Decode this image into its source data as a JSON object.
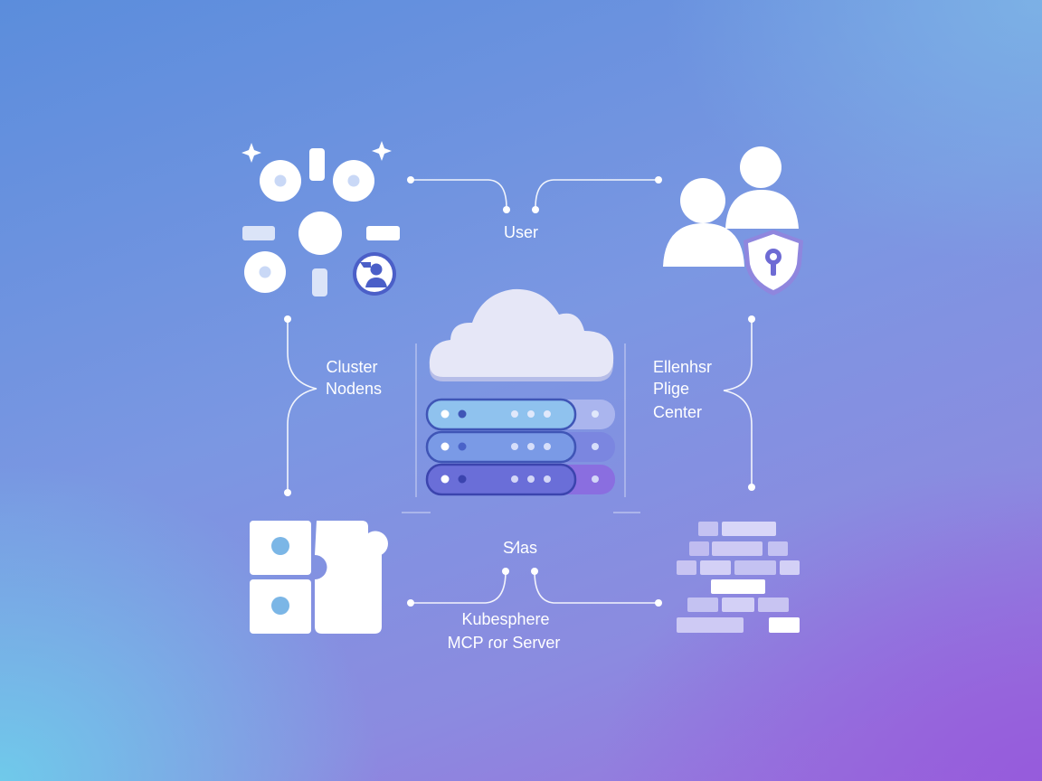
{
  "labels": {
    "user": "User",
    "cluster_line1": "Cluster",
    "cluster_line2": "Nodens",
    "center_line1": "Ellenhsr",
    "center_line2": "Plige",
    "center_line3": "Center",
    "bottom_top": "S⁄las",
    "server_line1": "Kubesphere",
    "server_line2": "MCP ɾor Server"
  },
  "colors": {
    "icon": "#ffffff",
    "accent": "#4b5fc8",
    "server_slot_top": "#8fc2ee",
    "server_slot_mid": "#7a9ae6",
    "server_slot_bot": "#6a6ed8",
    "connector": "#ffffff",
    "brick": "#c4c2f2"
  },
  "icons": {
    "cluster": "cluster-nodes-icon",
    "user_group": "user-group-icon",
    "shield": "shield-keyhole-icon",
    "cloud": "cloud-icon",
    "server": "server-rack-icon",
    "puzzle": "puzzle-icon",
    "bricks": "brick-wall-icon"
  }
}
